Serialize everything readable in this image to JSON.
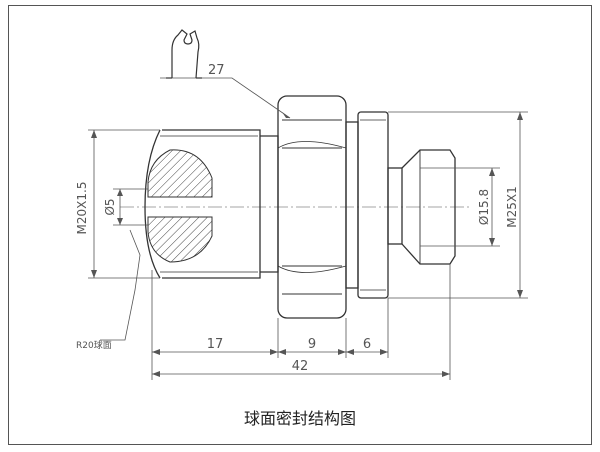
{
  "caption": "球面密封结构图",
  "dimensions": {
    "wrench": "27",
    "thread_left": "M20X1.5",
    "bore": "Ø5",
    "sphere_radius": "R20球面",
    "len_17": "17",
    "len_9": "9",
    "len_6": "6",
    "len_42": "42",
    "ball_dia": "Ø15.8",
    "thread_right": "M25X1"
  },
  "colors": {
    "line": "#333333",
    "dim": "#555555",
    "center": "#888888"
  }
}
